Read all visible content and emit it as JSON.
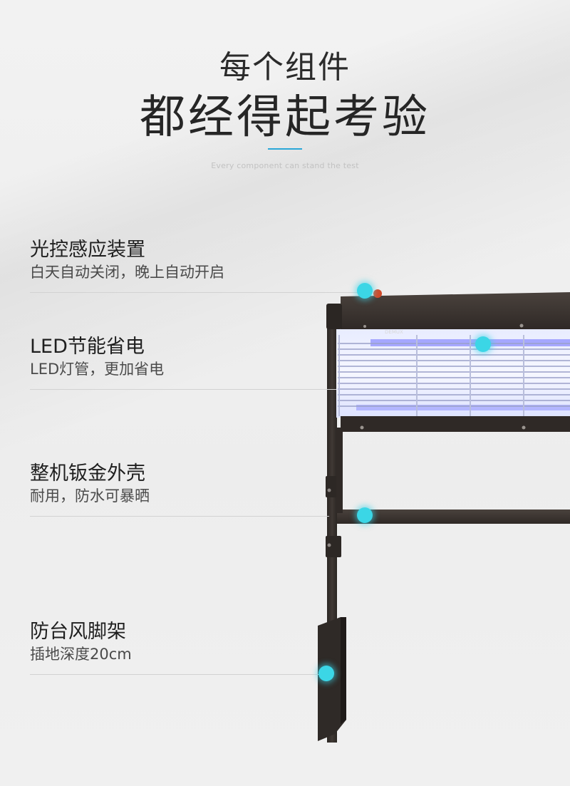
{
  "header": {
    "title_line1": "每个组件",
    "title_line2": "都经得起考验",
    "subtitle": "Every component can stand the test"
  },
  "features": [
    {
      "title": "光控感应装置",
      "desc": "白天自动关闭，晚上自动开启"
    },
    {
      "title": "LED节能省电",
      "desc": "LED灯管，更加省电"
    },
    {
      "title": "整机钣金外壳",
      "desc": "耐用，防水可暴晒"
    },
    {
      "title": "防台风脚架",
      "desc": "插地深度20cm"
    }
  ],
  "product": {
    "brand_logo": "DEMUX"
  },
  "colors": {
    "accent": "#2aa7d8",
    "hotspot": "#3bd6e6",
    "frame": "#3a3431",
    "uv_light": "#6c6cff"
  }
}
